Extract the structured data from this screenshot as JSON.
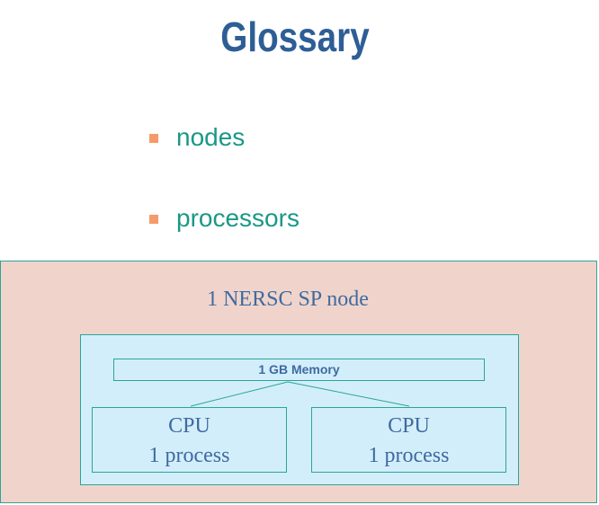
{
  "title": "Glossary",
  "bullets": [
    {
      "label": "nodes"
    },
    {
      "label": "processors"
    }
  ],
  "diagram": {
    "node_label": "1 NERSC SP node",
    "memory_label": "1 GB Memory",
    "cpus": [
      {
        "title": "CPU",
        "subtitle": "1 process"
      },
      {
        "title": "CPU",
        "subtitle": "1 process"
      }
    ]
  },
  "colors": {
    "title": "#2e5e96",
    "bullet_marker": "#f59a6a",
    "bullet_text": "#1a9888",
    "node_background": "#f0d4cb",
    "inner_background": "#d3eefb",
    "border": "#2ba597",
    "diagram_text": "#3f6aa0"
  }
}
